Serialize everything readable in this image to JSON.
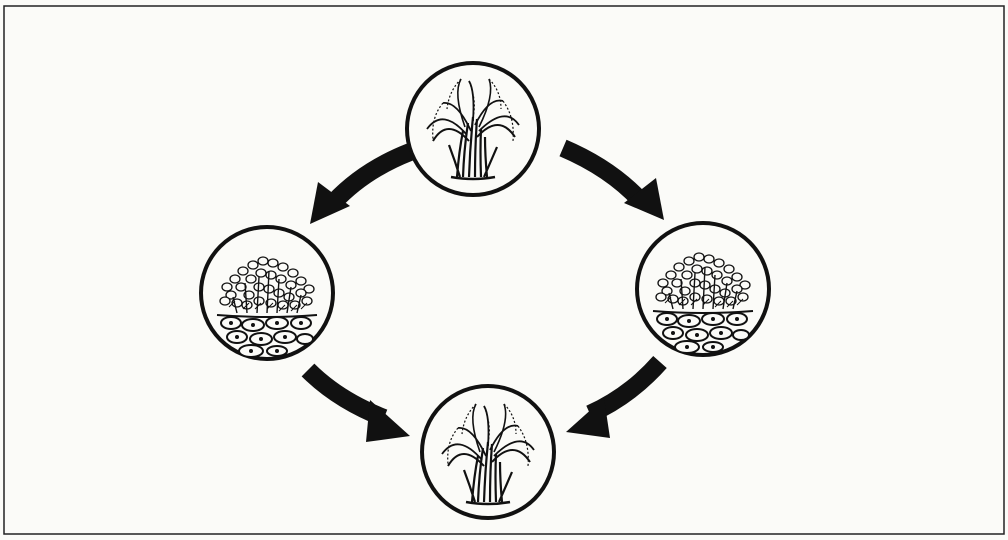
{
  "diagram": {
    "type": "cycle",
    "nodes": [
      {
        "id": "top",
        "icon": "rice-plant-icon"
      },
      {
        "id": "right",
        "icon": "legume-cover-crop-icon"
      },
      {
        "id": "bottom",
        "icon": "rice-plant-icon"
      },
      {
        "id": "left",
        "icon": "legume-cover-crop-icon"
      }
    ],
    "edges": [
      {
        "from": "top",
        "to": "right"
      },
      {
        "from": "right",
        "to": "bottom"
      },
      {
        "from": "top",
        "to": "left"
      },
      {
        "from": "left",
        "to": "bottom"
      }
    ]
  },
  "colors": {
    "background": "#fbfbf8",
    "ink": "#111111"
  }
}
